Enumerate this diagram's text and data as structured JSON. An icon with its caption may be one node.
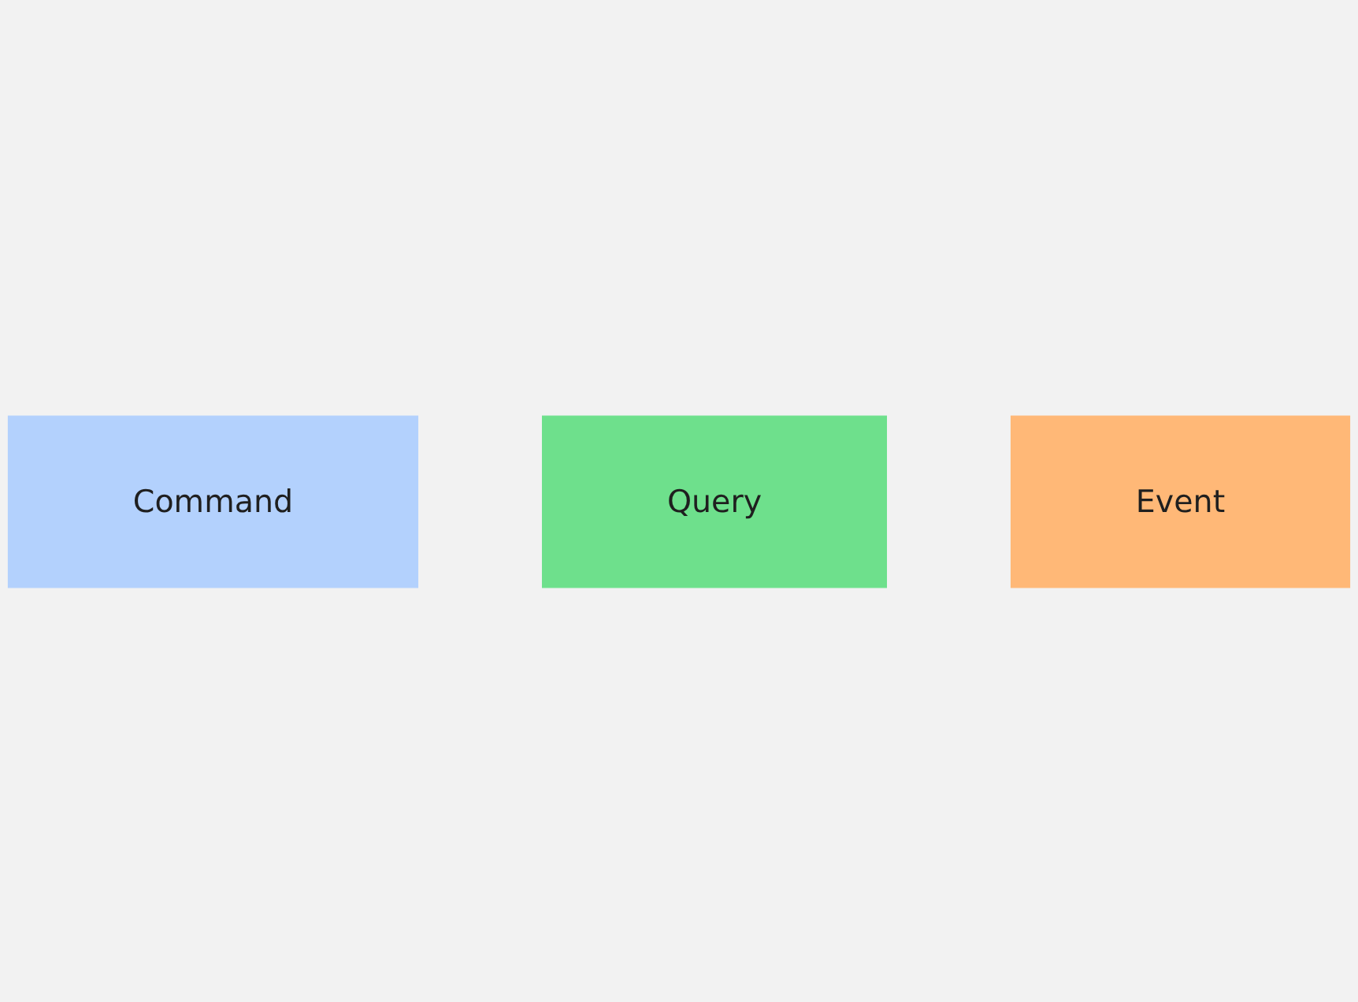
{
  "diagram": {
    "nodes": [
      {
        "text": [
          "Command"
        ]
      },
      {
        "text": [
          "Query"
        ]
      },
      {
        "text": [
          "Event"
        ]
      }
    ]
  }
}
